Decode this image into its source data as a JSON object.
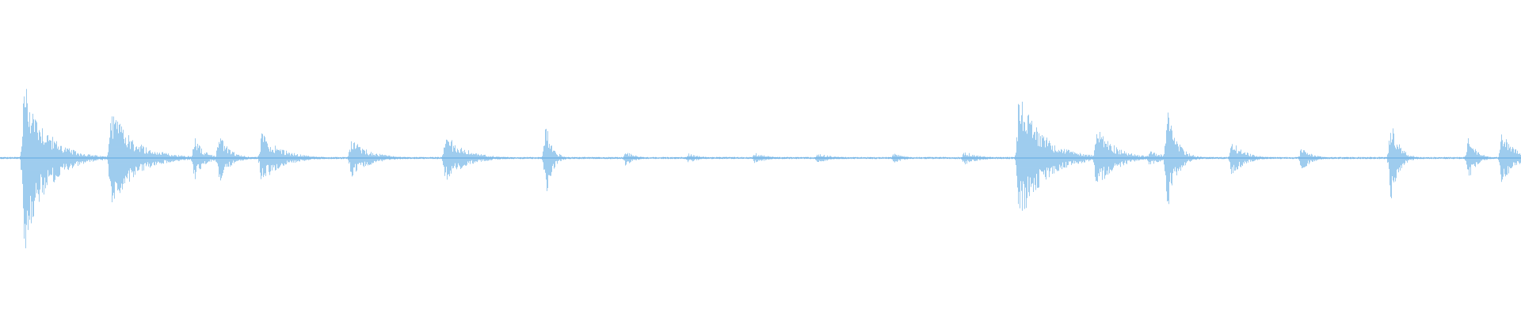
{
  "waveform": {
    "color": "#5ea9e2",
    "background": "#ffffff",
    "duration_fraction_unit": "relative",
    "baseline_amplitude": 0.008,
    "events": [
      {
        "t": 0.0155,
        "amp": 1.0,
        "decay": 0.014,
        "up": 0.82,
        "down": 1.0
      },
      {
        "t": 0.0725,
        "amp": 0.5,
        "decay": 0.016,
        "up": 0.5,
        "down": 0.52
      },
      {
        "t": 0.1275,
        "amp": 0.22,
        "decay": 0.006,
        "up": 0.22,
        "down": 0.24
      },
      {
        "t": 0.1435,
        "amp": 0.26,
        "decay": 0.007,
        "up": 0.26,
        "down": 0.27
      },
      {
        "t": 0.1715,
        "amp": 0.26,
        "decay": 0.013,
        "up": 0.26,
        "down": 0.26
      },
      {
        "t": 0.2305,
        "amp": 0.2,
        "decay": 0.012,
        "up": 0.2,
        "down": 0.2
      },
      {
        "t": 0.2925,
        "amp": 0.25,
        "decay": 0.013,
        "up": 0.25,
        "down": 0.24
      },
      {
        "t": 0.3585,
        "amp": 0.4,
        "decay": 0.004,
        "up": 0.4,
        "down": 0.43
      },
      {
        "t": 0.411,
        "amp": 0.08,
        "decay": 0.006,
        "up": 0.08,
        "down": 0.08
      },
      {
        "t": 0.452,
        "amp": 0.05,
        "decay": 0.008,
        "up": 0.05,
        "down": 0.05
      },
      {
        "t": 0.496,
        "amp": 0.06,
        "decay": 0.008,
        "up": 0.06,
        "down": 0.06
      },
      {
        "t": 0.537,
        "amp": 0.05,
        "decay": 0.01,
        "up": 0.05,
        "down": 0.05
      },
      {
        "t": 0.5875,
        "amp": 0.06,
        "decay": 0.006,
        "up": 0.06,
        "down": 0.06
      },
      {
        "t": 0.6335,
        "amp": 0.07,
        "decay": 0.01,
        "up": 0.07,
        "down": 0.07
      },
      {
        "t": 0.6695,
        "amp": 0.66,
        "decay": 0.016,
        "up": 0.66,
        "down": 0.68
      },
      {
        "t": 0.7205,
        "amp": 0.34,
        "decay": 0.012,
        "up": 0.34,
        "down": 0.34
      },
      {
        "t": 0.7555,
        "amp": 0.08,
        "decay": 0.01,
        "up": 0.08,
        "down": 0.08
      },
      {
        "t": 0.767,
        "amp": 0.56,
        "decay": 0.006,
        "up": 0.56,
        "down": 0.57
      },
      {
        "t": 0.8095,
        "amp": 0.2,
        "decay": 0.008,
        "up": 0.2,
        "down": 0.2
      },
      {
        "t": 0.8555,
        "amp": 0.14,
        "decay": 0.006,
        "up": 0.14,
        "down": 0.14
      },
      {
        "t": 0.914,
        "amp": 0.46,
        "decay": 0.005,
        "up": 0.46,
        "down": 0.46
      },
      {
        "t": 0.965,
        "amp": 0.24,
        "decay": 0.005,
        "up": 0.24,
        "down": 0.24
      },
      {
        "t": 0.987,
        "amp": 0.28,
        "decay": 0.008,
        "up": 0.28,
        "down": 0.28
      }
    ]
  }
}
